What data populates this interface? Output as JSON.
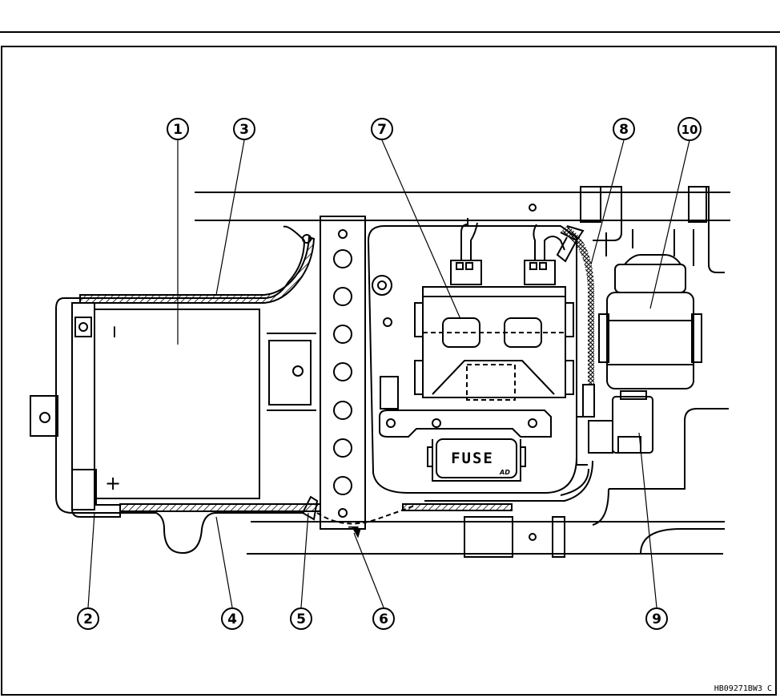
{
  "callouts": {
    "c1": "1",
    "c2": "2",
    "c3": "3",
    "c4": "4",
    "c5": "5",
    "c6": "6",
    "c7": "7",
    "c8": "8",
    "c9": "9",
    "c10": "10"
  },
  "battery": {
    "minus": "−",
    "plus": "+"
  },
  "fuse_label": "FUSE",
  "fuse_mark": "AD",
  "ground_minus": "−",
  "figure_code": "HB09271BW3 C"
}
